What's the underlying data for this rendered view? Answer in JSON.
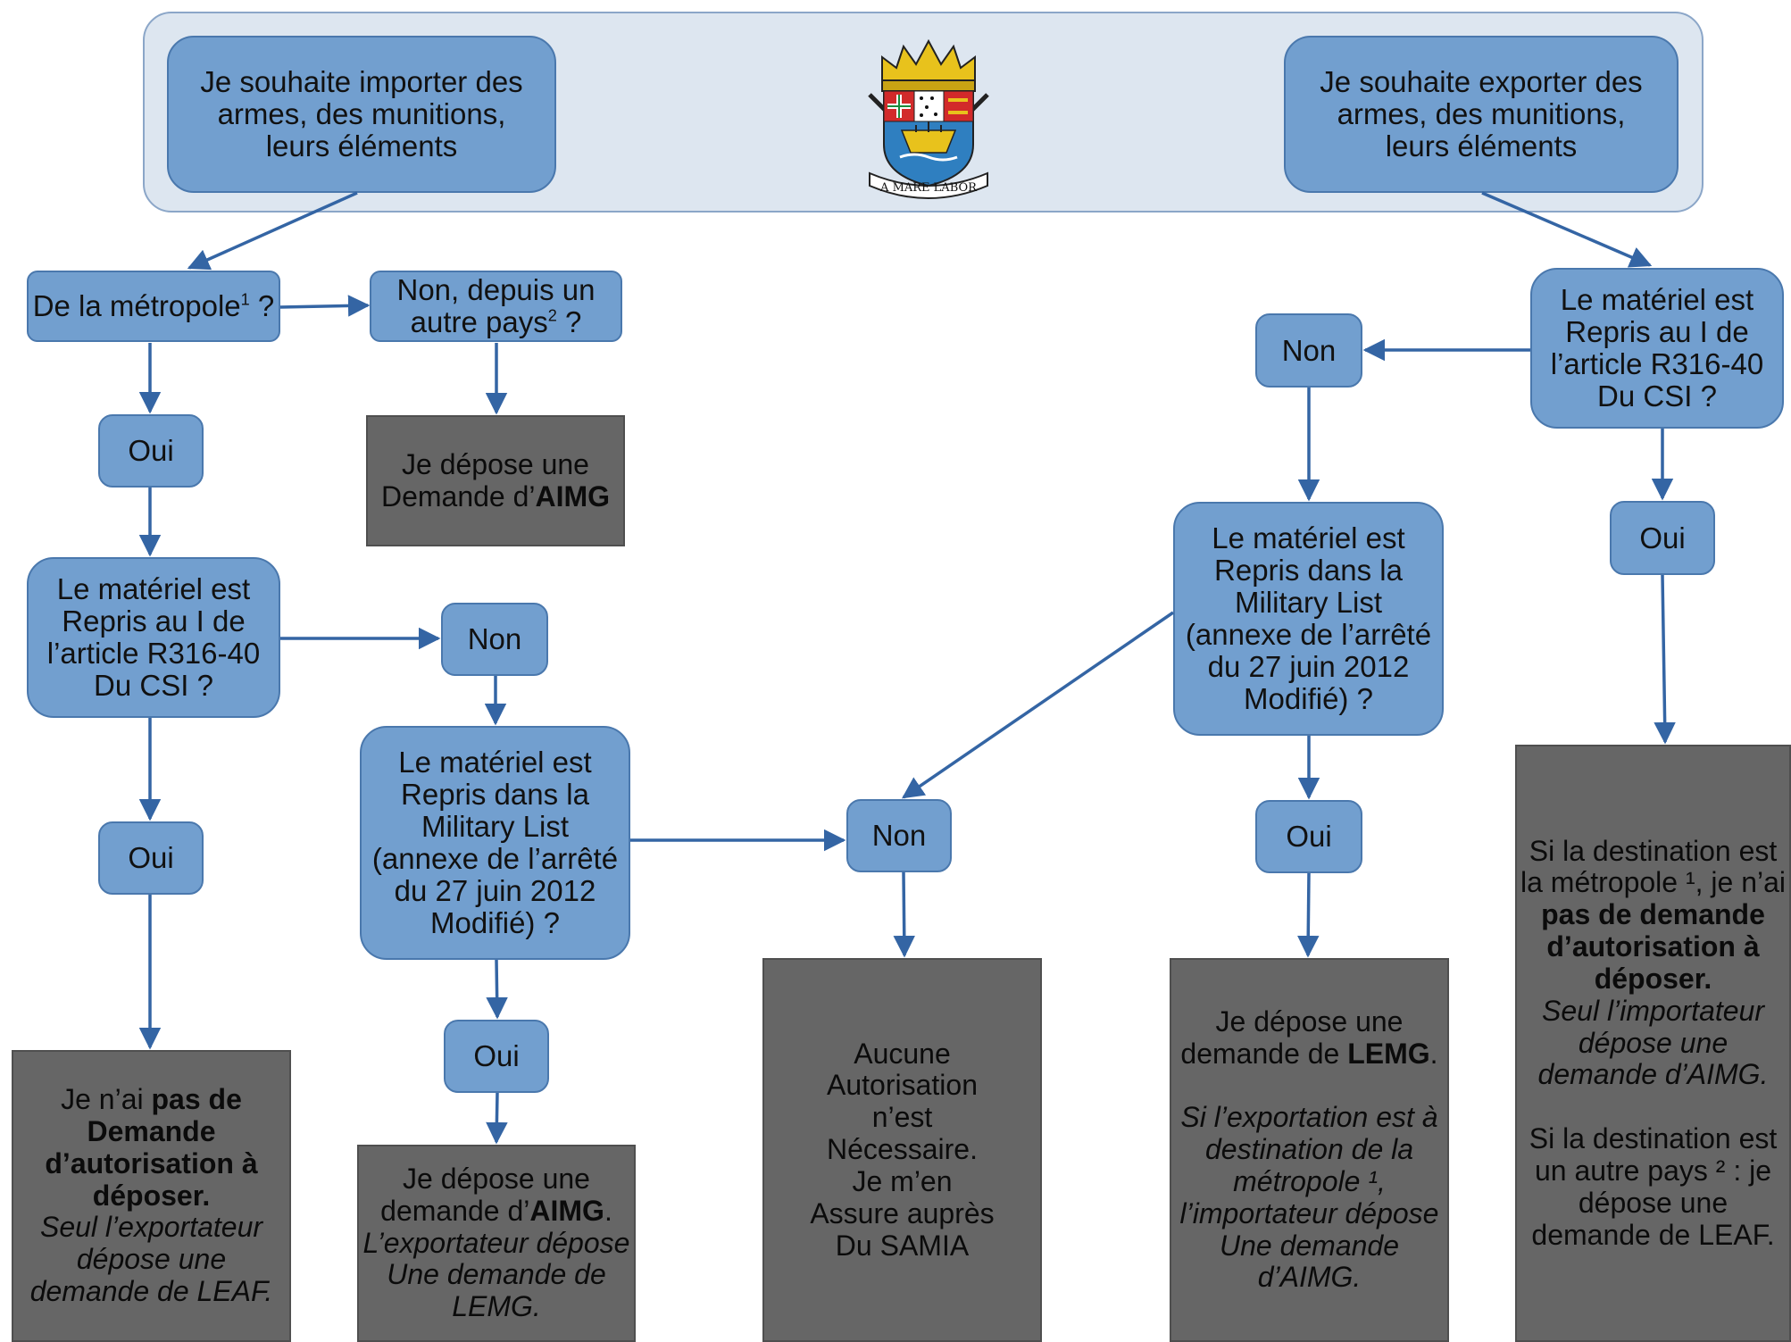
{
  "header": {
    "import_question": [
      "Je souhaite importer des",
      "armes, des munitions,",
      "leurs éléments"
    ],
    "export_question": [
      "Je souhaite exporter des",
      "armes, des munitions,",
      "leurs éléments"
    ],
    "emblem_motto": "A MARE LABOR"
  },
  "import": {
    "from_metropole": "De la métropole",
    "footnote_1": "1",
    "other_country": [
      "Non, depuis un",
      "autre pays"
    ],
    "footnote_2": "2",
    "oui_1": "Oui",
    "aimg_pre": "Je dépose une",
    "aimg_mid": "Demande d’",
    "aimg_bold": "AIMG",
    "r316_question": [
      "Le matériel est",
      "Repris au I de",
      "l’article R316-40",
      "Du CSI ?"
    ],
    "non_1": "Non",
    "oui_2": "Oui",
    "military_question": [
      "Le matériel est",
      "Repris dans la",
      "Military List",
      "(annexe de l’arrêté",
      "du 27 juin 2012",
      "Modifié) ?"
    ],
    "oui_3": "Oui",
    "no_request": {
      "pre": "Je n’ai ",
      "bold": [
        "pas de",
        "Demande",
        "d’autorisation à",
        "déposer."
      ],
      "italic": [
        "Seul l’exportateur",
        "dépose une",
        "demande de LEAF."
      ]
    },
    "aimg_lemg": {
      "line1": "Je dépose une",
      "line2_pre": "demande d’",
      "line2_bold": "AIMG",
      "line2_post": ".",
      "italic": [
        "L’exportateur dépose",
        "Une demande de",
        "LEMG."
      ]
    }
  },
  "middle": {
    "non": "Non",
    "none_required": [
      "Aucune",
      "Autorisation",
      "n’est",
      "Nécessaire.",
      "Je m’en",
      "Assure auprès",
      "Du SAMIA"
    ]
  },
  "export": {
    "r316_question": [
      "Le matériel est",
      "Repris au I de",
      "l’article R316-40",
      "Du CSI ?"
    ],
    "non": "Non",
    "oui_1": "Oui",
    "military_question": [
      "Le matériel est",
      "Repris dans la",
      "Military List",
      "(annexe de l’arrêté",
      "du 27 juin 2012",
      "Modifié) ?"
    ],
    "oui_2": "Oui",
    "lemg": {
      "line1": "Je dépose une",
      "line2_pre": "demande de ",
      "line2_bold": "LEMG",
      "line2_post": ".",
      "italic": [
        "Si l’exportation est à",
        "destination de la",
        "métropole ¹,",
        "l’importateur dépose",
        "Une demande",
        "d’AIMG."
      ]
    },
    "destination": {
      "line1": "Si la destination est",
      "line2": "la métropole ¹, je n’ai",
      "bold": [
        "pas de demande",
        "d’autorisation à",
        "déposer."
      ],
      "italic": [
        "Seul l’importateur",
        "dépose une",
        "demande d’AIMG."
      ],
      "other": [
        "Si la destination est",
        "un autre pays ² : je",
        "dépose une",
        "demande de LEAF."
      ]
    }
  },
  "colors": {
    "node_blue": "#729fcf",
    "node_grey": "#666666",
    "arrow": "#3465a4",
    "band": "#dde6f0"
  }
}
